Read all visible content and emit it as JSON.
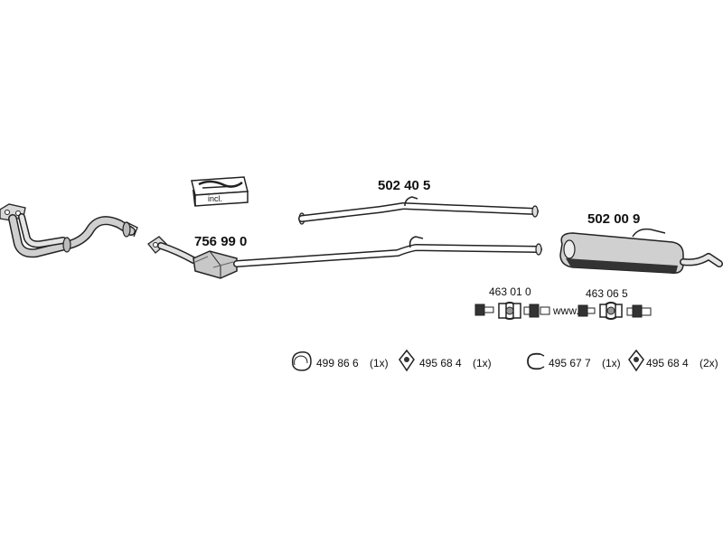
{
  "colors": {
    "ink": "#222222",
    "shade": "#9a9a9a",
    "light": "#d8d8d8",
    "background": "#ffffff"
  },
  "icons": [
    "clamp-icon",
    "gasket-ring-icon",
    "rubber-hanger-icon",
    "pipe-clamp-icon",
    "bolt-icon",
    "nut-icon",
    "spring-icon"
  ],
  "parts": {
    "catalytic_converter": "756 99 0",
    "middle_pipe": "502 40 5",
    "rear_silencer": "502 00 9",
    "clamp_set_1": "463 01 0",
    "clamp_set_2": "463 06 5"
  },
  "incl_label": "incl.",
  "spring_text": "www.",
  "accessories": [
    {
      "number": "499 86 6",
      "qty": "(1x)"
    },
    {
      "number": "495 68 4",
      "qty": "(1x)"
    },
    {
      "number": "495 67 7",
      "qty": "(1x)"
    },
    {
      "number": "495 68 4",
      "qty": "(2x)"
    }
  ]
}
